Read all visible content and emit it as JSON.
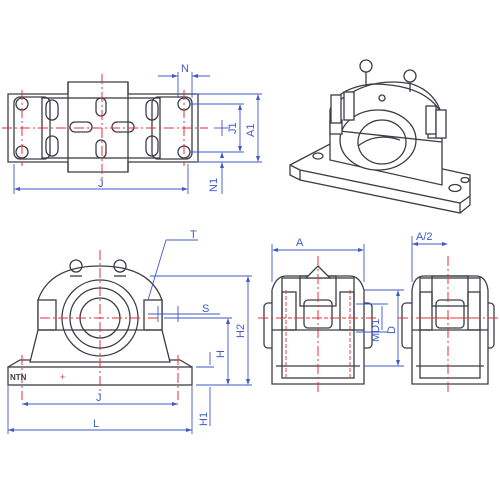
{
  "colors": {
    "outline": "#3c3c46",
    "centerline": "#e0303a",
    "dimension": "#3f5ac8",
    "background": "#ffffff"
  },
  "views": {
    "top": {
      "labels": {
        "N": "N",
        "J": "J",
        "J1": "J1",
        "A1": "A1",
        "N1": "N1"
      }
    },
    "front": {
      "labels": {
        "T": "T",
        "S": "S",
        "H": "H",
        "H2": "H2",
        "J": "J",
        "L": "L",
        "H1": "H1"
      },
      "brand": "NTN"
    },
    "side_left": {
      "labels": {
        "A": "A",
        "MD1": "MD1",
        "D": "D"
      }
    },
    "side_right": {
      "labels": {
        "A2": "A/2"
      }
    }
  }
}
